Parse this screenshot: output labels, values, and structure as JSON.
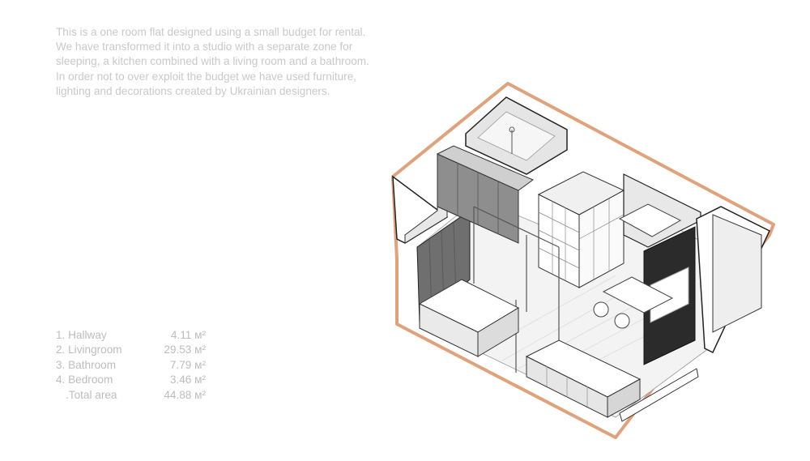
{
  "description": {
    "lines": [
      "This is a one room flat designed using a small budget for rental.",
      "We have transformed it into a studio with a separate zone for",
      "sleeping, a kitchen combined with a living room and a bathroom.",
      "In order not to over exploit the budget we have used furniture,",
      "lighting and decorations created by Ukrainian designers."
    ]
  },
  "areas": [
    {
      "name": "1. Hallway",
      "value": "4.11 м²"
    },
    {
      "name": "2. Livingroom",
      "value": "29.53 м²"
    },
    {
      "name": "3. Bathroom",
      "value": "7.79 м²"
    },
    {
      "name": "4. Bedroom",
      "value": "3.46 м²"
    }
  ],
  "total": {
    "name": ".Total area",
    "value": "44.88 м²"
  },
  "colors": {
    "outline": "#e0a27b",
    "tv_wall": "#2b2b2b",
    "wall_face": "#6f6f6f",
    "floor": "#f1f1f1"
  }
}
